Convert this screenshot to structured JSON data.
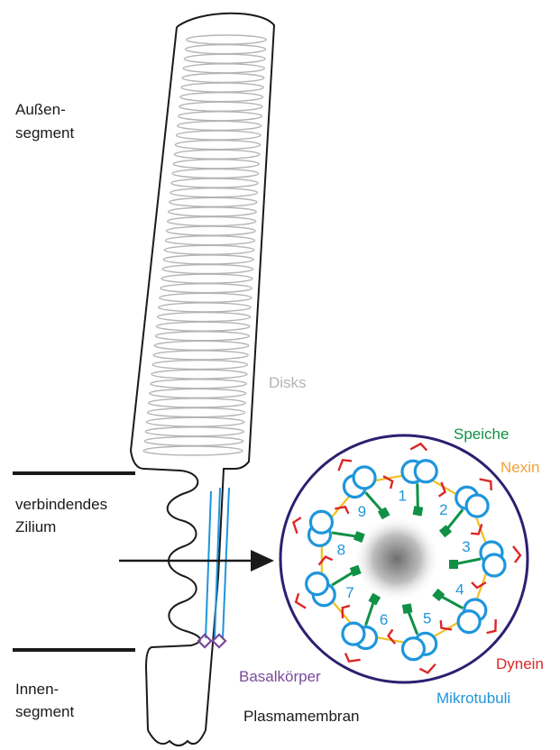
{
  "labels": {
    "outer_segment_line1": "Außen-",
    "outer_segment_line2": "segment",
    "disks": "Disks",
    "connecting_cilium_line1": "verbindendes",
    "connecting_cilium_line2": "Zilium",
    "inner_segment_line1": "Innen-",
    "inner_segment_line2": "segment",
    "basal_body": "Basalkörper",
    "plasma_membrane": "Plasmamembran",
    "spoke": "Speiche",
    "nexin": "Nexin",
    "dynein": "Dynein",
    "microtubules": "Mikrotubuli"
  },
  "doublet_numbers": [
    "1",
    "2",
    "3",
    "4",
    "5",
    "6",
    "7",
    "8",
    "9"
  ],
  "colors": {
    "outline": "#1a1a1a",
    "disks": "#b4b4b4",
    "spoke": "#0f9146",
    "nexin": "#f0a23c",
    "dynein": "#dc2828",
    "microtubules": "#1e96dc",
    "basal_body": "#7a4a9a",
    "ring": "#2a2070",
    "nexin_link": "#f0c020"
  }
}
